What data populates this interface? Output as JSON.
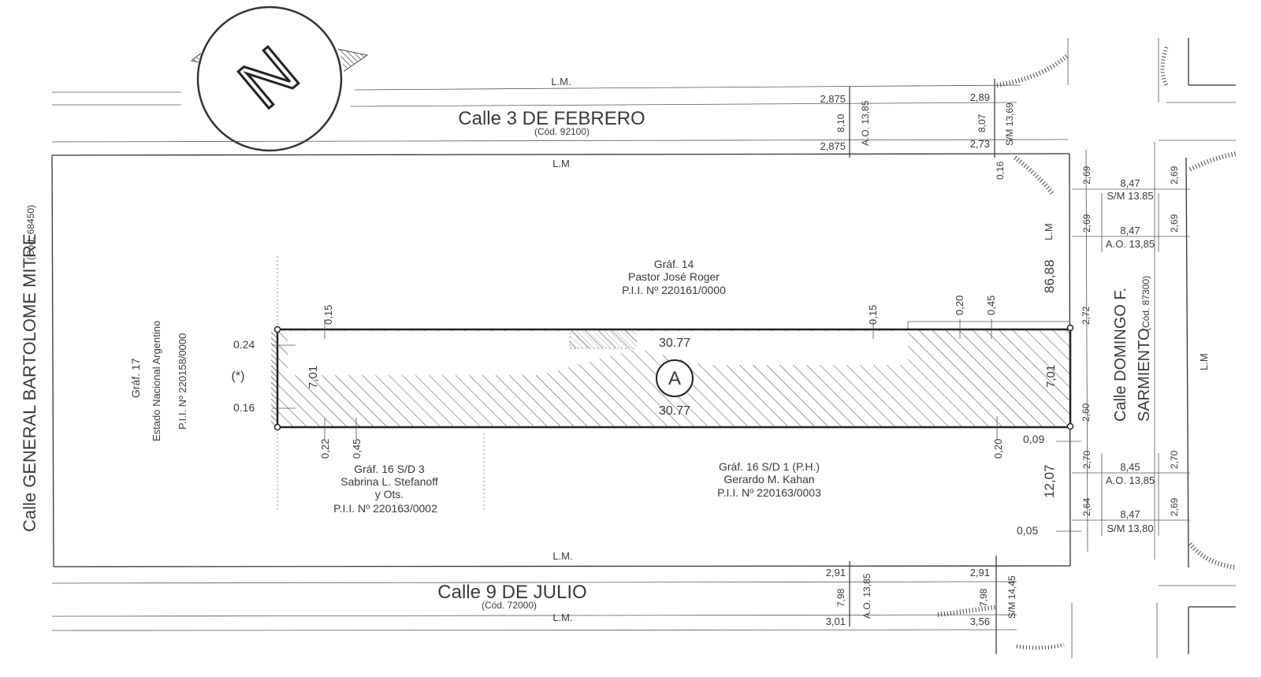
{
  "north": {
    "letter": "N"
  },
  "labels": {
    "lm": "L.M.",
    "lm2": "L.M",
    "lm_v": "L.M",
    "street_top": "Calle 3 DE FEBRERO",
    "street_top_code": "(Cód. 92100)",
    "street_bottom": "Calle 9 DE JULIO",
    "street_bottom_code": "(Cód. 72000)",
    "street_left": "Calle GENERAL BARTOLOME MITRE",
    "street_left_code": "(Cód. 68450)",
    "street_right_1": "Calle DOMINGO F.",
    "street_right_2": "SARMIENTO",
    "street_right_code": "(Cód. 87300)",
    "graf17": "Gráf. 17",
    "graf17_owner": "Estado Nacional Argentino",
    "graf17_pii": "P.I.I. Nº 220158/0000",
    "graf14": "Gráf. 14",
    "graf14_owner": "Pastor José Roger",
    "graf14_pii": "P.I.I. Nº 220161/0000",
    "graf16sd3": "Gráf. 16 S/D 3",
    "graf16sd3_owner1": "Sabrina L. Stefanoff",
    "graf16sd3_owner2": "y Ots.",
    "graf16sd3_pii": "P.I.I. Nº 220163/0002",
    "graf16sd1": "Gráf. 16 S/D 1 (P.H.)",
    "graf16sd1_owner": "Gerardo M. Kahan",
    "graf16sd1_pii": "P.I.I. Nº 220163/0003",
    "lot": "A",
    "asterisk": "(*)"
  },
  "dims": {
    "len_top": "30.77",
    "len_bottom": "30.77",
    "w_left": "7,01",
    "w_right": "7,01",
    "d0_24": "0.24",
    "d0_16": "0.16",
    "d0_15a": "0,15",
    "d0_15b": "0,15",
    "d0_20a": "0,20",
    "d0_45a": "0,45",
    "d0_22": "0,22",
    "d0_45b": "0,45",
    "d0_20b": "0,20",
    "d0_09": "0,09",
    "d2_72": "2,72",
    "d2_60": "2,60",
    "d86_88": "86,88",
    "d12_07": "12,07",
    "d0_05": "0,05",
    "d0_16b": "0,16",
    "t2_875a": "2,875",
    "t8_10": "8,10",
    "t2_875b": "2,875",
    "tAO": "A.O. 13,85",
    "t2_89": "2,89",
    "t8_07": "8,07",
    "t2_73": "2,73",
    "tSM": "S/M 13,69",
    "b2_91a": "2,91",
    "b7_98a": "7,98",
    "b3_01": "3,01",
    "bAO": "A.O. 13,85",
    "b2_91b": "2,91",
    "b7_98b": "7,98",
    "b3_56": "3,56",
    "bSM": "S/M 14,45",
    "r1_2_69a": "2,69",
    "r1_8_47": "8,47",
    "r1_2_69b": "2,69",
    "r1_sm": "S/M 13.85",
    "r2_2_69a": "2,69",
    "r2_8_47": "8,47",
    "r2_2_69b": "2,69",
    "r2_ao": "A.O. 13,85",
    "r3_2_70a": "2,70",
    "r3_8_45": "8,45",
    "r3_2_70b": "2,70",
    "r3_ao": "A.O. 13,85",
    "r4_2_64": "2,64",
    "r4_8_47": "8,47",
    "r4_2_69": "2,69",
    "r4_sm": "S/M 13,80"
  }
}
